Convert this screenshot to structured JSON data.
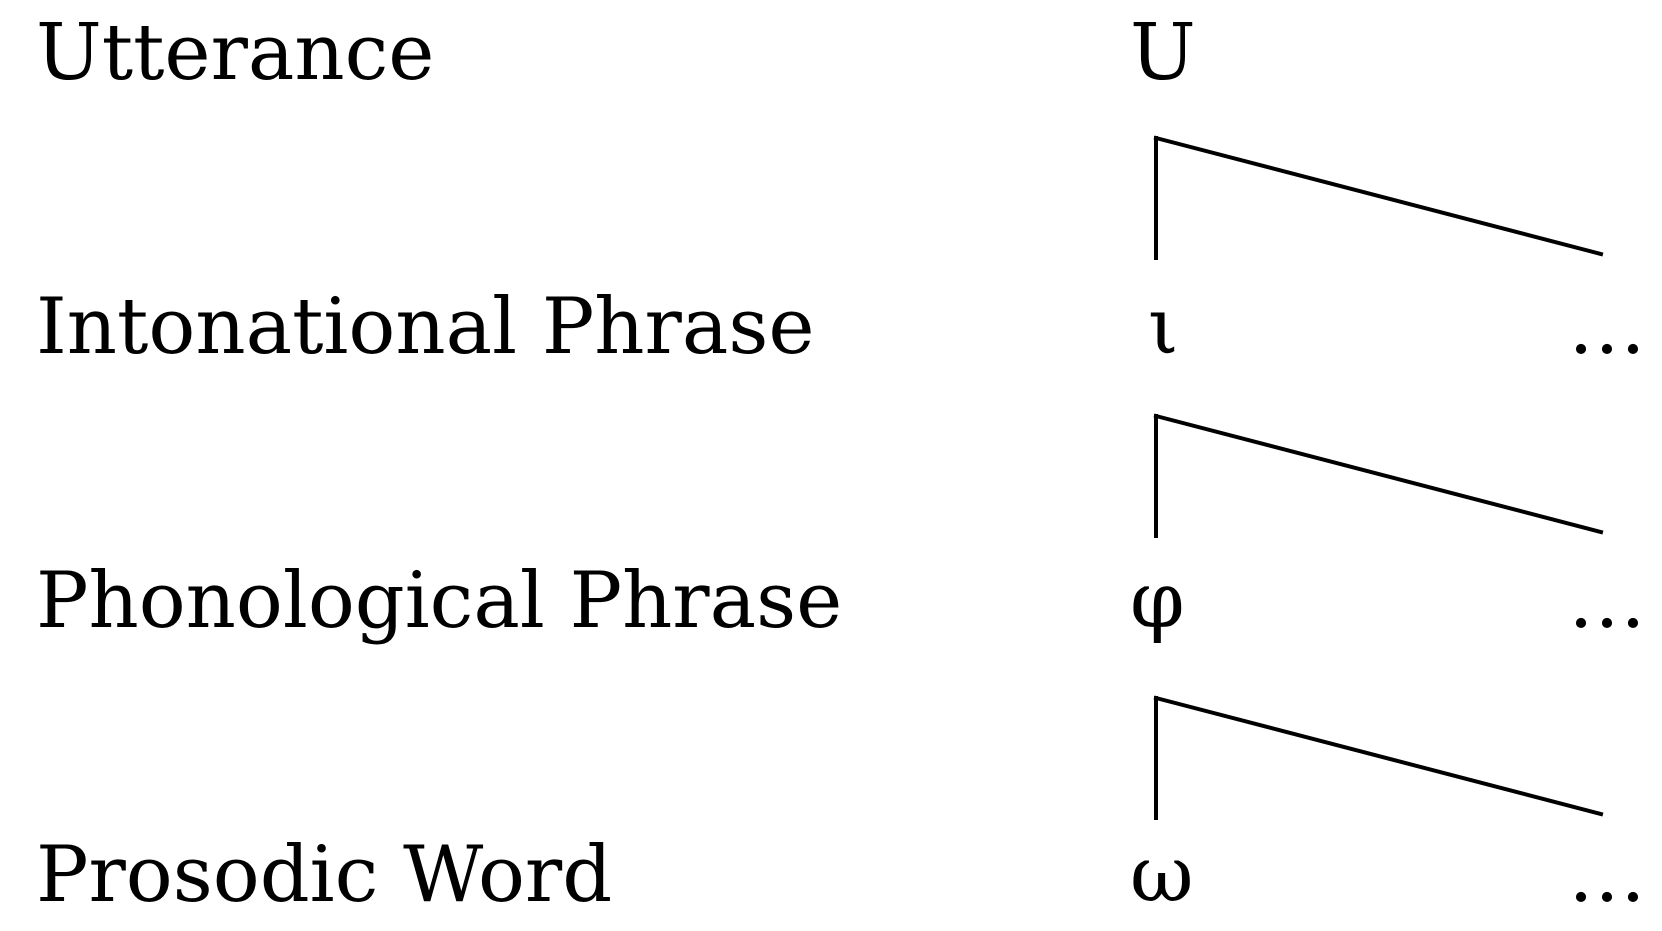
{
  "diagram": {
    "levels": [
      {
        "label": "Utterance",
        "symbol": "U",
        "continuation": ""
      },
      {
        "label": "Intonational Phrase",
        "symbol": "ι",
        "continuation": "…"
      },
      {
        "label": "Phonological Phrase",
        "symbol": "φ",
        "continuation": "…"
      },
      {
        "label": "Prosodic Word",
        "symbol": "ω",
        "continuation": "…"
      }
    ]
  }
}
